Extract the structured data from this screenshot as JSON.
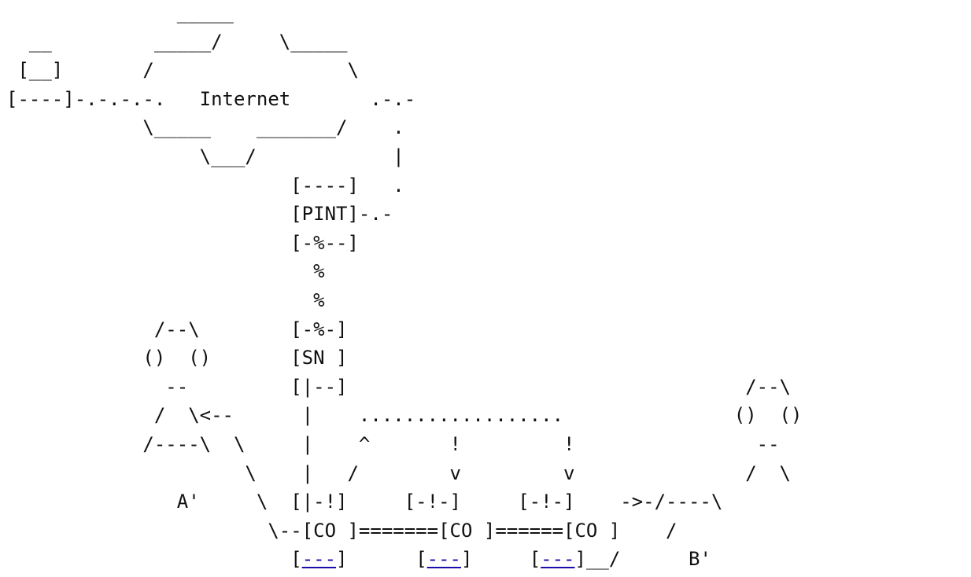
{
  "diagram": {
    "lines": [
      [
        {
          "t": "               _____"
        }
      ],
      [
        {
          "t": "  __         _____/     \\_____"
        }
      ],
      [
        {
          "t": " [__]       /                 \\"
        }
      ],
      [
        {
          "t": "[----]-.-.-.-.   Internet       .-.-"
        }
      ],
      [
        {
          "t": "            \\_____    _______/    ."
        }
      ],
      [
        {
          "t": "                 \\___/            |"
        }
      ],
      [
        {
          "t": "                         [----]   ."
        }
      ],
      [
        {
          "t": "                         [PINT]-.-"
        }
      ],
      [
        {
          "t": "                         [-%--]"
        }
      ],
      [
        {
          "t": "                           %"
        }
      ],
      [
        {
          "t": "                           %"
        }
      ],
      [
        {
          "t": "             /--\\        [-%-]"
        }
      ],
      [
        {
          "t": "            ()  ()       [SN ]"
        }
      ],
      [
        {
          "t": "              --         [|--]                                   /--\\"
        }
      ],
      [
        {
          "t": "             /  \\<--      |    ..................               ()  ()"
        }
      ],
      [
        {
          "t": "            /----\\  \\     |    ^       !         !                --"
        }
      ],
      [
        {
          "t": "                     \\    |   /        v         v               /  \\"
        }
      ],
      [
        {
          "t": "               A'     \\  [|-!]     [-!-]     [-!-]    ->-/----\\"
        }
      ],
      [
        {
          "t": "                       \\--[CO ]=======[CO ]======[CO ]    /"
        }
      ],
      [
        {
          "t": "                         ["
        },
        {
          "t": "---",
          "link": true
        },
        {
          "t": "]      ["
        },
        {
          "t": "---",
          "link": true
        },
        {
          "t": "]     ["
        },
        {
          "t": "---",
          "link": true
        },
        {
          "t": "]__/      B'"
        }
      ]
    ]
  }
}
